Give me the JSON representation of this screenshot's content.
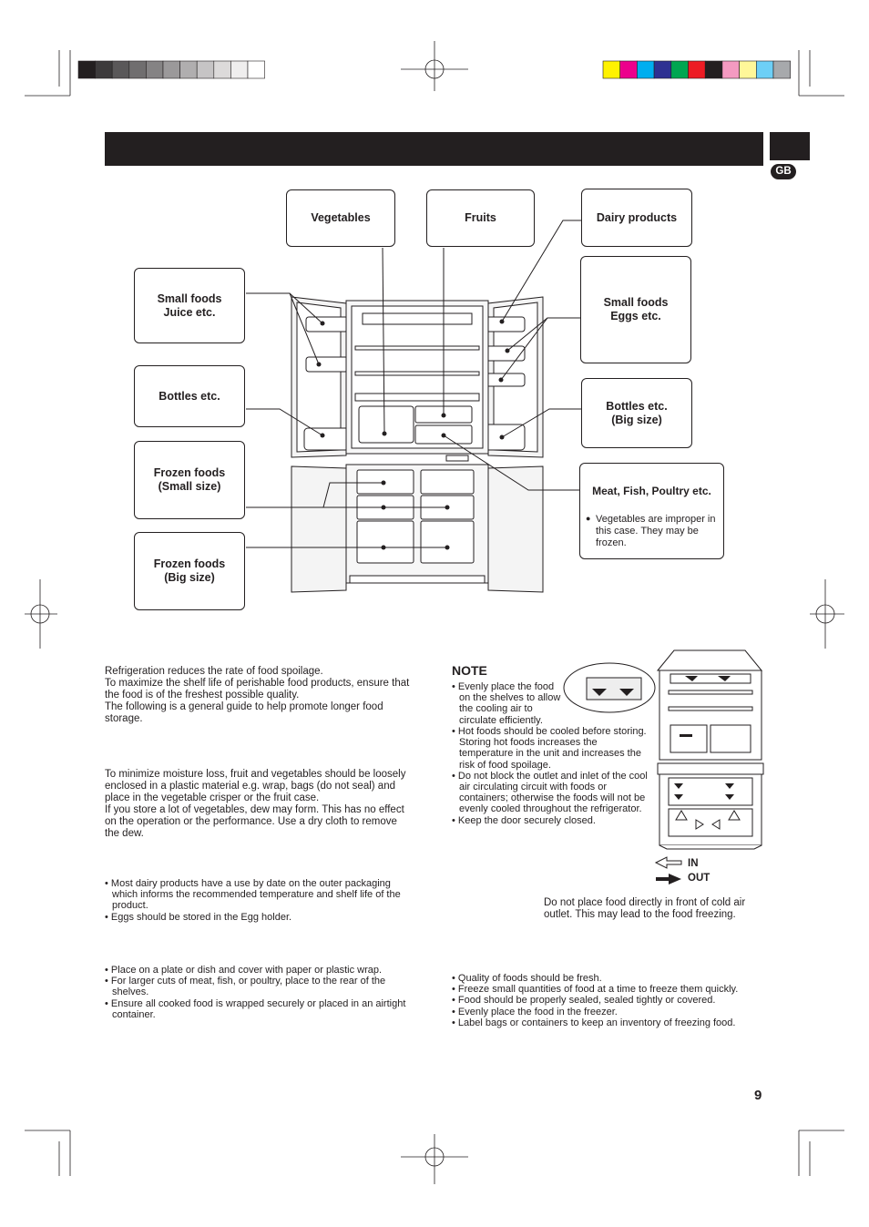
{
  "header": {
    "lang_badge": "GB",
    "page_number": "9"
  },
  "colorbar_gray": [
    "#231f20",
    "#3d3b3c",
    "#5a5859",
    "#706e6f",
    "#858384",
    "#9b999a",
    "#b0aeaf",
    "#c6c4c5",
    "#dcdada",
    "#efeeee",
    "#ffffff"
  ],
  "colorbar_color": [
    "#fff200",
    "#ec008c",
    "#00aeef",
    "#2e3192",
    "#00a651",
    "#ed1c24",
    "#231f20",
    "#f49ac1",
    "#fff799",
    "#6dcff6",
    "#a7a9ac"
  ],
  "labels": {
    "vegetables": "Vegetables",
    "fruits": "Fruits",
    "dairy": "Dairy products",
    "small_juice": "Small foods\nJuice etc.",
    "small_eggs": "Small foods\nEggs etc.",
    "bottles": "Bottles etc.",
    "bottles_big": "Bottles etc.\n(Big size)",
    "frozen_small": "Frozen foods\n(Small size)",
    "frozen_big": "Frozen foods\n(Big size)",
    "meat_title": "Meat, Fish, Poultry etc.",
    "meat_note": "Vegetables are improper in this case. They may be frozen."
  },
  "intro": "Refrigeration reduces the rate of food spoilage.\nTo maximize the shelf life of perishable food products, ensure that the food is of the freshest possible quality.\nThe following is a general guide to help promote longer food storage.",
  "vegetables_text": "To minimize moisture loss, fruit and vegetables should be loosely enclosed in a plastic material e.g. wrap, bags (do not seal) and place in the vegetable crisper or the fruit case.\nIf you store a lot of vegetables, dew may form. This has no effect on the operation or the performance. Use a dry cloth to remove the dew.",
  "dairy_items": [
    "Most dairy products have a use by date on the outer packaging which informs the recommended temperature and shelf life of the product.",
    "Eggs should be stored in the Egg holder."
  ],
  "meat_items": [
    "Place on a plate or dish and cover with paper or plastic wrap.",
    "For larger cuts of meat, fish, or poultry, place to the rear of the shelves.",
    "Ensure all cooked food is wrapped securely or placed in an airtight container."
  ],
  "note": {
    "title": "NOTE",
    "items_narrow": [
      "Evenly place the food on the shelves to allow the cooling air to circulate efficiently."
    ],
    "items": [
      "Hot foods should be cooled before storing. Storing hot foods increases the temperature in the unit and increases the risk of food spoilage.",
      "Do not block the outlet and inlet of the cool air circulating circuit with foods or containers; otherwise the foods will not be evenly cooled throughout the refrigerator.",
      "Keep the door securely closed."
    ]
  },
  "legend": {
    "in": "IN",
    "out": "OUT"
  },
  "cold_air_text": "Do not place food directly in front of cold air outlet. This may lead to the food freezing.",
  "freezer_items": [
    "Quality of foods should be fresh.",
    "Freeze small quantities of food at a time to freeze them quickly.",
    "Food should be properly sealed, sealed tightly or covered.",
    "Evenly place the food in the freezer.",
    "Label bags or containers to keep an inventory of freezing food."
  ]
}
